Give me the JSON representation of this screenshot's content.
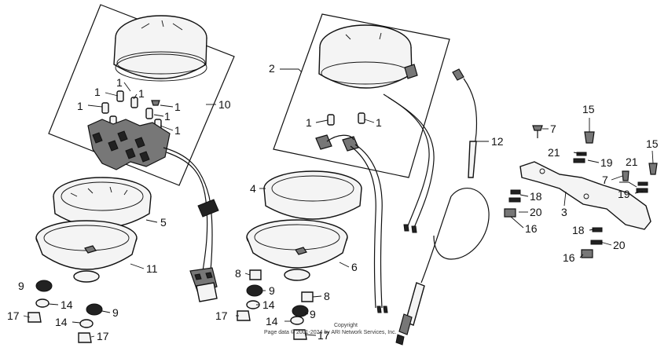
{
  "diagram": {
    "callouts": [
      {
        "id": "c-1a",
        "text": "1"
      },
      {
        "id": "c-1b",
        "text": "1"
      },
      {
        "id": "c-1c",
        "text": "1"
      },
      {
        "id": "c-1d",
        "text": "1"
      },
      {
        "id": "c-1e",
        "text": "1"
      },
      {
        "id": "c-1f",
        "text": "1"
      },
      {
        "id": "c-1g",
        "text": "1"
      },
      {
        "id": "c-10",
        "text": "10"
      },
      {
        "id": "c-2",
        "text": "2"
      },
      {
        "id": "c-1h",
        "text": "1"
      },
      {
        "id": "c-1i",
        "text": "1"
      },
      {
        "id": "c-12",
        "text": "12"
      },
      {
        "id": "c-7a",
        "text": "7"
      },
      {
        "id": "c-15a",
        "text": "15"
      },
      {
        "id": "c-21a",
        "text": "21"
      },
      {
        "id": "c-19a",
        "text": "19"
      },
      {
        "id": "c-15b",
        "text": "15"
      },
      {
        "id": "c-7b",
        "text": "7"
      },
      {
        "id": "c-21b",
        "text": "21"
      },
      {
        "id": "c-19b",
        "text": "19"
      },
      {
        "id": "c-18a",
        "text": "18"
      },
      {
        "id": "c-3",
        "text": "3"
      },
      {
        "id": "c-20a",
        "text": "20"
      },
      {
        "id": "c-16a",
        "text": "16"
      },
      {
        "id": "c-18b",
        "text": "18"
      },
      {
        "id": "c-20b",
        "text": "20"
      },
      {
        "id": "c-16b",
        "text": "16"
      },
      {
        "id": "c-4",
        "text": "4"
      },
      {
        "id": "c-5",
        "text": "5"
      },
      {
        "id": "c-11",
        "text": "11"
      },
      {
        "id": "c-6",
        "text": "6"
      },
      {
        "id": "c-8a",
        "text": "8"
      },
      {
        "id": "c-9a",
        "text": "9"
      },
      {
        "id": "c-14a",
        "text": "14"
      },
      {
        "id": "c-17a",
        "text": "17"
      },
      {
        "id": "c-8b",
        "text": "8"
      },
      {
        "id": "c-9b",
        "text": "9"
      },
      {
        "id": "c-14b",
        "text": "14"
      },
      {
        "id": "c-17b",
        "text": "17"
      },
      {
        "id": "c-9c",
        "text": "9"
      },
      {
        "id": "c-14c",
        "text": "14"
      },
      {
        "id": "c-17c",
        "text": "17"
      },
      {
        "id": "c-9d",
        "text": "9"
      },
      {
        "id": "c-14d",
        "text": "14"
      },
      {
        "id": "c-17d",
        "text": "17"
      }
    ],
    "watermark": {
      "line1": "Copyright",
      "line2": "Page data © 2001-2024 by ARI Network Services, Inc."
    }
  }
}
